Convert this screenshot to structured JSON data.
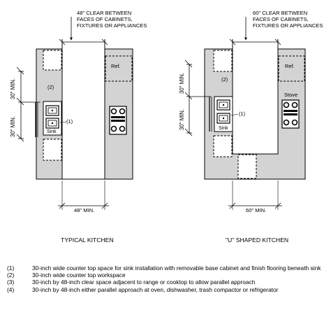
{
  "typical": {
    "clearance_note": [
      "48\" CLEAR BETWEEN",
      "FACES OF CABINETS,",
      "FIXTURES OR APPLIANCES"
    ],
    "dim_30_upper": "30\" MIN.",
    "dim_30_lower": "30\" MIN.",
    "dim_48": "48\" MIN.",
    "label_2": "(2)",
    "label_1": "(1)",
    "sink": "Sink",
    "ref": "Ref.",
    "caption": "TYPICAL KITCHEN"
  },
  "ushaped": {
    "clearance_note": [
      "60\" CLEAR BETWEEN",
      "FACES OF CABINETS,",
      "FIXTURES OR APPLIANCES"
    ],
    "dim_30_upper": "30\" MIN.",
    "dim_30_lower": "30\" MIN.",
    "dim_60": "60\" MIN.",
    "label_2": "(2)",
    "label_1": "(1)",
    "sink": "Sink",
    "ref": "Ref.",
    "stove": "Stove",
    "caption": "\"U\" SHAPED KITCHEN"
  },
  "legend": [
    {
      "num": "(1)",
      "text": "30-inch wide counter top space for sink installation with removable base cabinet and finish flooring beneath sink"
    },
    {
      "num": "(2)",
      "text": "30-inch wide counter top workspace"
    },
    {
      "num": "(3)",
      "text": "30-inch by 48-inch clear space adjacent to range or cooktop to allow parallel approach"
    },
    {
      "num": "(4)",
      "text": "30-inch by 48-inch either parallel approach at oven, dishwasher, trash compactor or refrigerator"
    }
  ]
}
